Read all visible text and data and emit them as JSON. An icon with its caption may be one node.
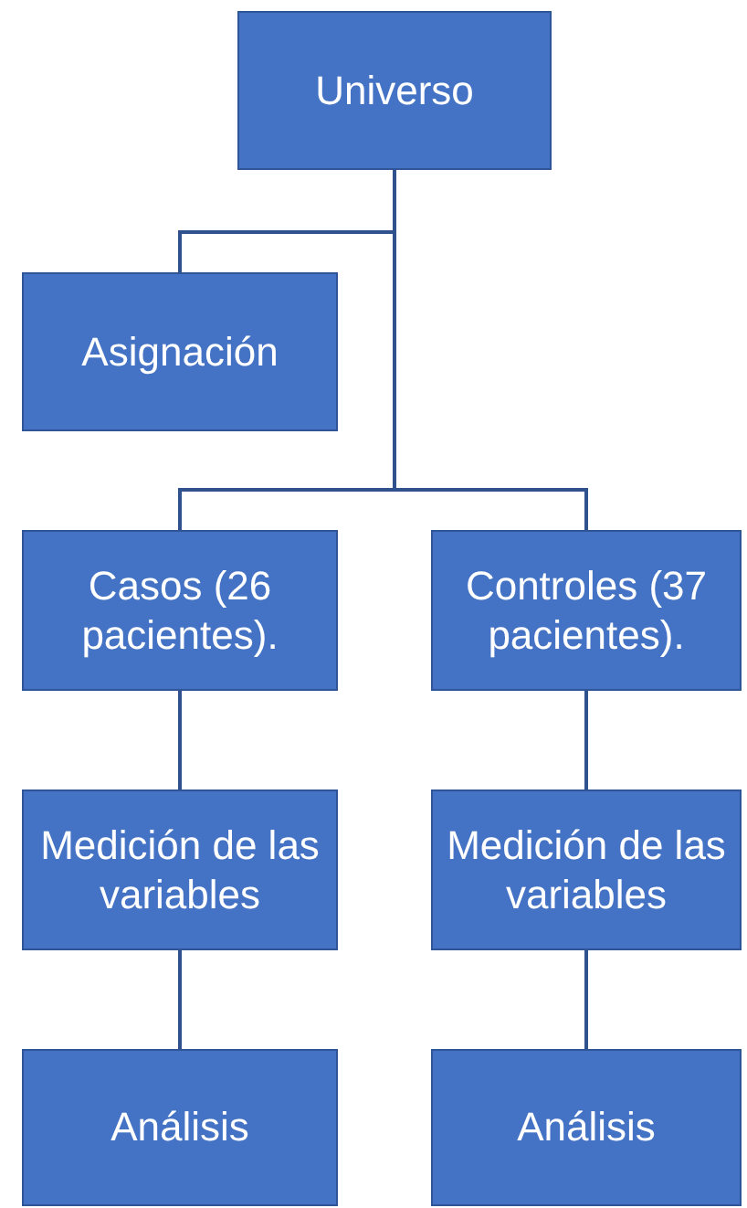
{
  "diagram": {
    "nodes": [
      {
        "text": [
          "Universo"
        ]
      },
      {
        "text": [
          "Asignación"
        ]
      },
      {
        "text": [
          "Casos (26 pacientes)."
        ]
      },
      {
        "text": [
          "Controles (37 pacientes)."
        ]
      },
      {
        "text": [
          "Medición de las variables"
        ]
      },
      {
        "text": [
          "Medición de las variables"
        ]
      },
      {
        "text": [
          "Análisis"
        ]
      },
      {
        "text": [
          "Análisis"
        ]
      }
    ],
    "edges": [
      {
        "from": 0,
        "to": 1,
        "arrow": "none"
      },
      {
        "from": 0,
        "to": 2,
        "arrow": "none"
      },
      {
        "from": 0,
        "to": 3,
        "arrow": "none"
      },
      {
        "from": 2,
        "to": 4,
        "arrow": "none"
      },
      {
        "from": 3,
        "to": 5,
        "arrow": "none"
      },
      {
        "from": 4,
        "to": 6,
        "arrow": "none"
      },
      {
        "from": 5,
        "to": 7,
        "arrow": "none"
      }
    ]
  }
}
